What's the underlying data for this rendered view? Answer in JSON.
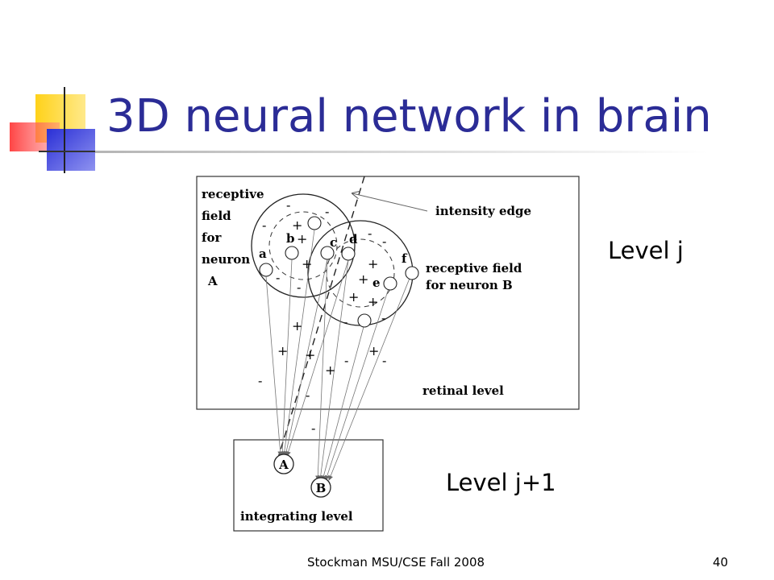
{
  "slide": {
    "title": "3D neural network in brain",
    "level_j": "Level j",
    "level_j1": "Level j+1",
    "footer": "Stockman MSU/CSE  Fall 2008",
    "page_number": "40"
  },
  "diagram": {
    "rf_a_label": [
      "receptive",
      "field",
      "for",
      "neuron",
      "A"
    ],
    "edge_label": "intensity  edge",
    "rf_b_label": [
      "receptive field",
      "for neuron B"
    ],
    "retinal_label": "retinal  level",
    "integrating_label": "integrating  level",
    "neurons": {
      "a": "a",
      "b": "b",
      "c": "c",
      "d": "d",
      "e": "e",
      "f": "f"
    },
    "output_a": "A",
    "output_b": "B"
  },
  "colors": {
    "title": "#2b2c96",
    "logo_yellow": "#ffd21a",
    "logo_red": "#ff2020",
    "logo_blue": "#2a2fd6"
  }
}
